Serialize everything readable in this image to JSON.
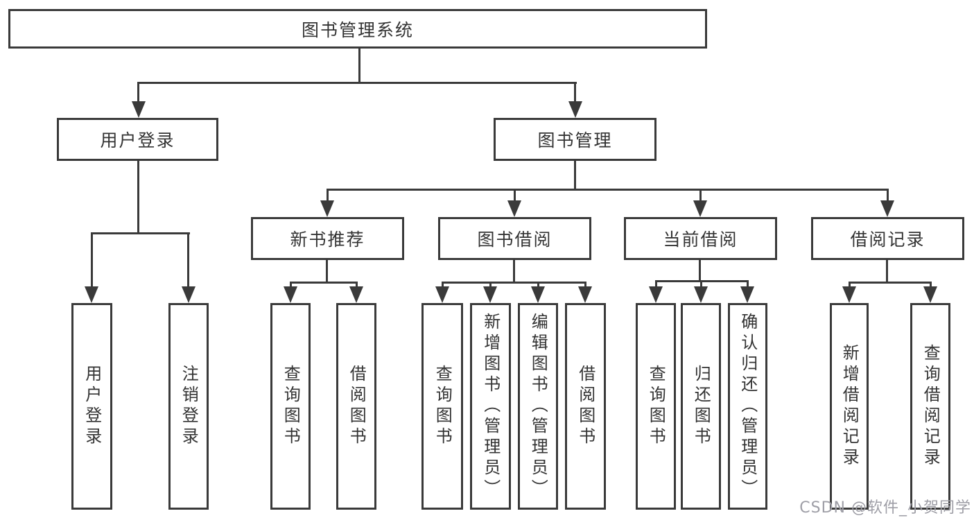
{
  "diagram": {
    "type": "hierarchy-tree",
    "root": {
      "label": "图书管理系统"
    },
    "branches": [
      {
        "label": "用户登录",
        "leaves": [
          "用户登录",
          "注销登录"
        ]
      },
      {
        "label": "图书管理",
        "groups": [
          {
            "label": "新书推荐",
            "leaves": [
              "查询图书",
              "借阅图书"
            ]
          },
          {
            "label": "图书借阅",
            "leaves": [
              "查询图书",
              "新增图书（管理员）",
              "编辑图书（管理员）",
              "借阅图书"
            ]
          },
          {
            "label": "当前借阅",
            "leaves": [
              "查询图书",
              "归还图书",
              "确认归还（管理员）"
            ]
          },
          {
            "label": "借阅记录",
            "leaves": [
              "新增借阅记录",
              "查询借阅记录"
            ]
          }
        ]
      }
    ]
  },
  "watermark": {
    "text": "CSDN @软件_小贺同学"
  },
  "colors": {
    "line": "#3a3a3a",
    "text": "#333333",
    "watermark": "#9e9ea6",
    "background": "#ffffff"
  }
}
